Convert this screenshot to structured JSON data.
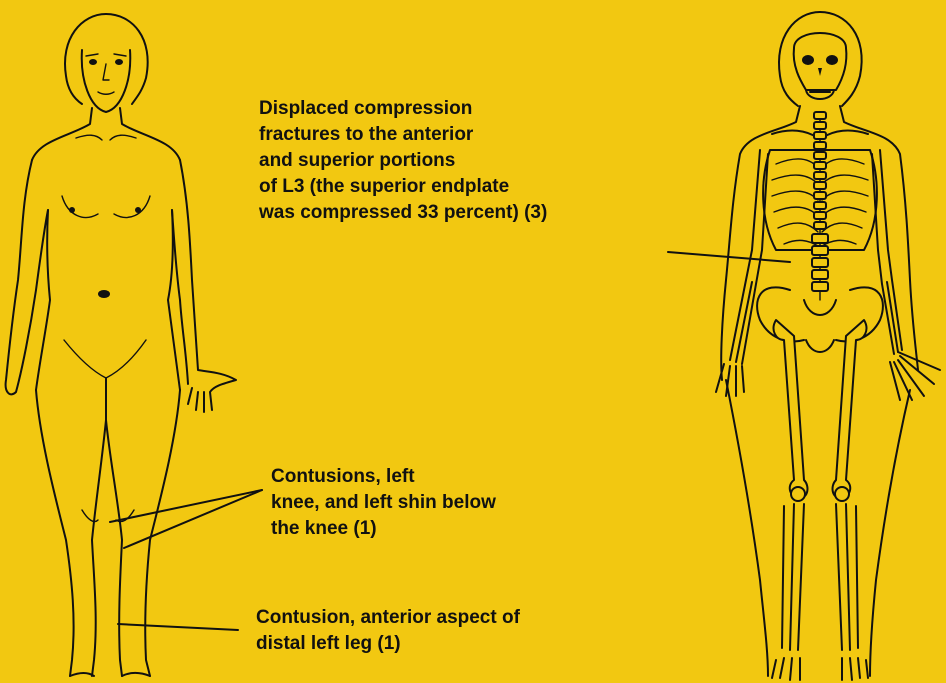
{
  "annotations": {
    "spine": {
      "lines": [
        "Displaced compression",
        "fractures to the anterior",
        "and superior portions",
        "of L3 (the superior endplate",
        "was compressed 33 percent) (3)"
      ]
    },
    "knee": {
      "lines": [
        "Contusions, left",
        "knee, and left shin below",
        "the knee (1)"
      ]
    },
    "leg": {
      "lines": [
        "Contusion, anterior aspect of",
        "distal left leg (1)"
      ]
    }
  },
  "colors": {
    "background": "#f2c811",
    "ink": "#111111"
  }
}
